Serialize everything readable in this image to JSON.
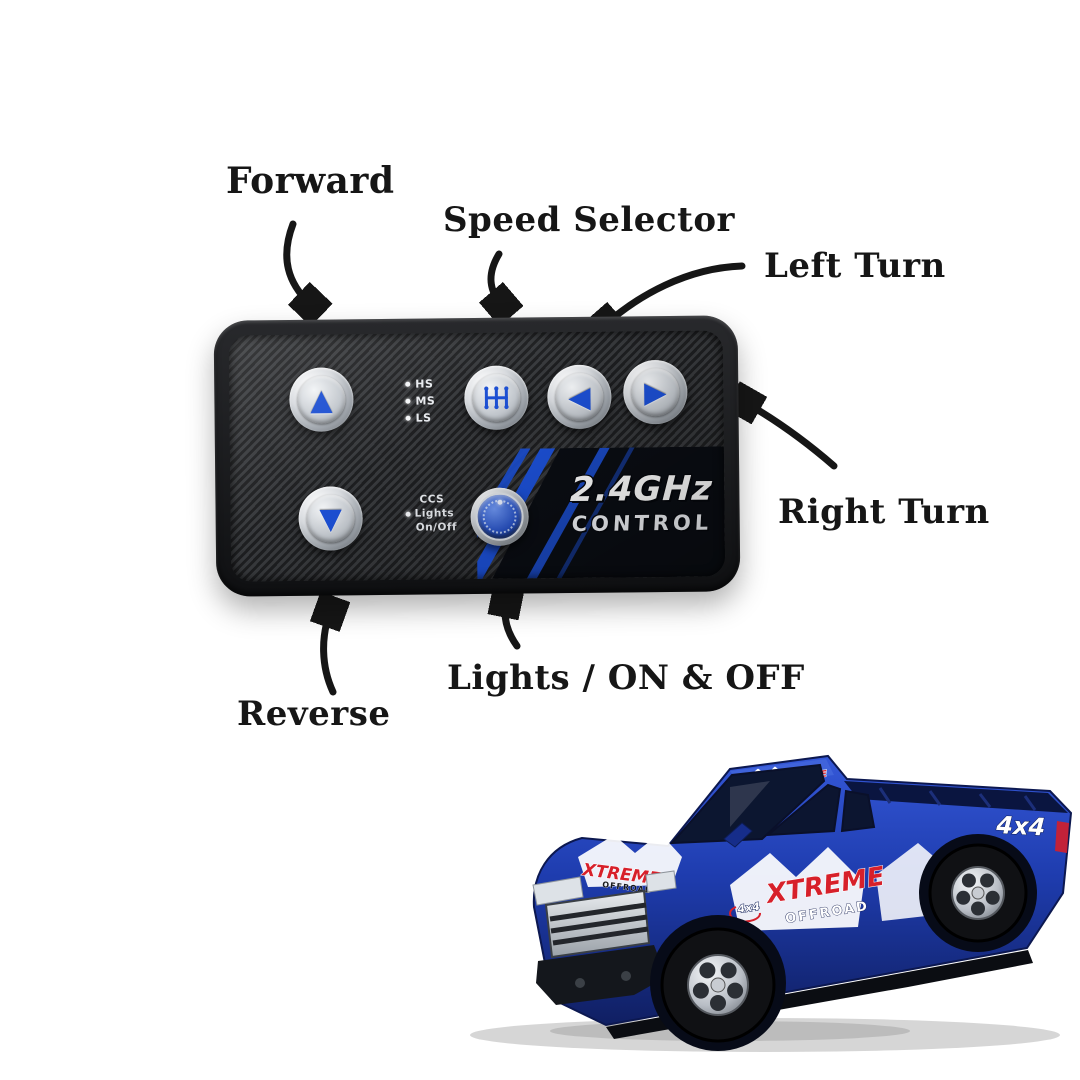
{
  "annotations": {
    "forward": "Forward",
    "speed_selector": "Speed Selector",
    "left_turn": "Left Turn",
    "right_turn": "Right Turn",
    "reverse": "Reverse",
    "lights_on_off": "Lights / ON & OFF"
  },
  "remote": {
    "frequency": "2.4GHz",
    "control_label": "CONTROL",
    "speed_leds": [
      "HS",
      "MS",
      "LS"
    ],
    "dial_labels": [
      "CCS",
      "Lights",
      "On/Off"
    ],
    "buttons": {
      "forward_glyph": "▲",
      "reverse_glyph": "▼",
      "left_glyph": "◀",
      "right_glyph": "▶"
    }
  },
  "truck": {
    "decal_xtreme": "XTREME",
    "decal_offroad": "OFFROAD",
    "decal_4x4": "4x4"
  },
  "colors": {
    "accent_blue": "#1c50d6",
    "button_blue": "#1c4fd2",
    "label_text": "#161616",
    "remote_body": "#17181a",
    "truck_blue": "#1e3cae",
    "decal_red": "#d7202a"
  }
}
